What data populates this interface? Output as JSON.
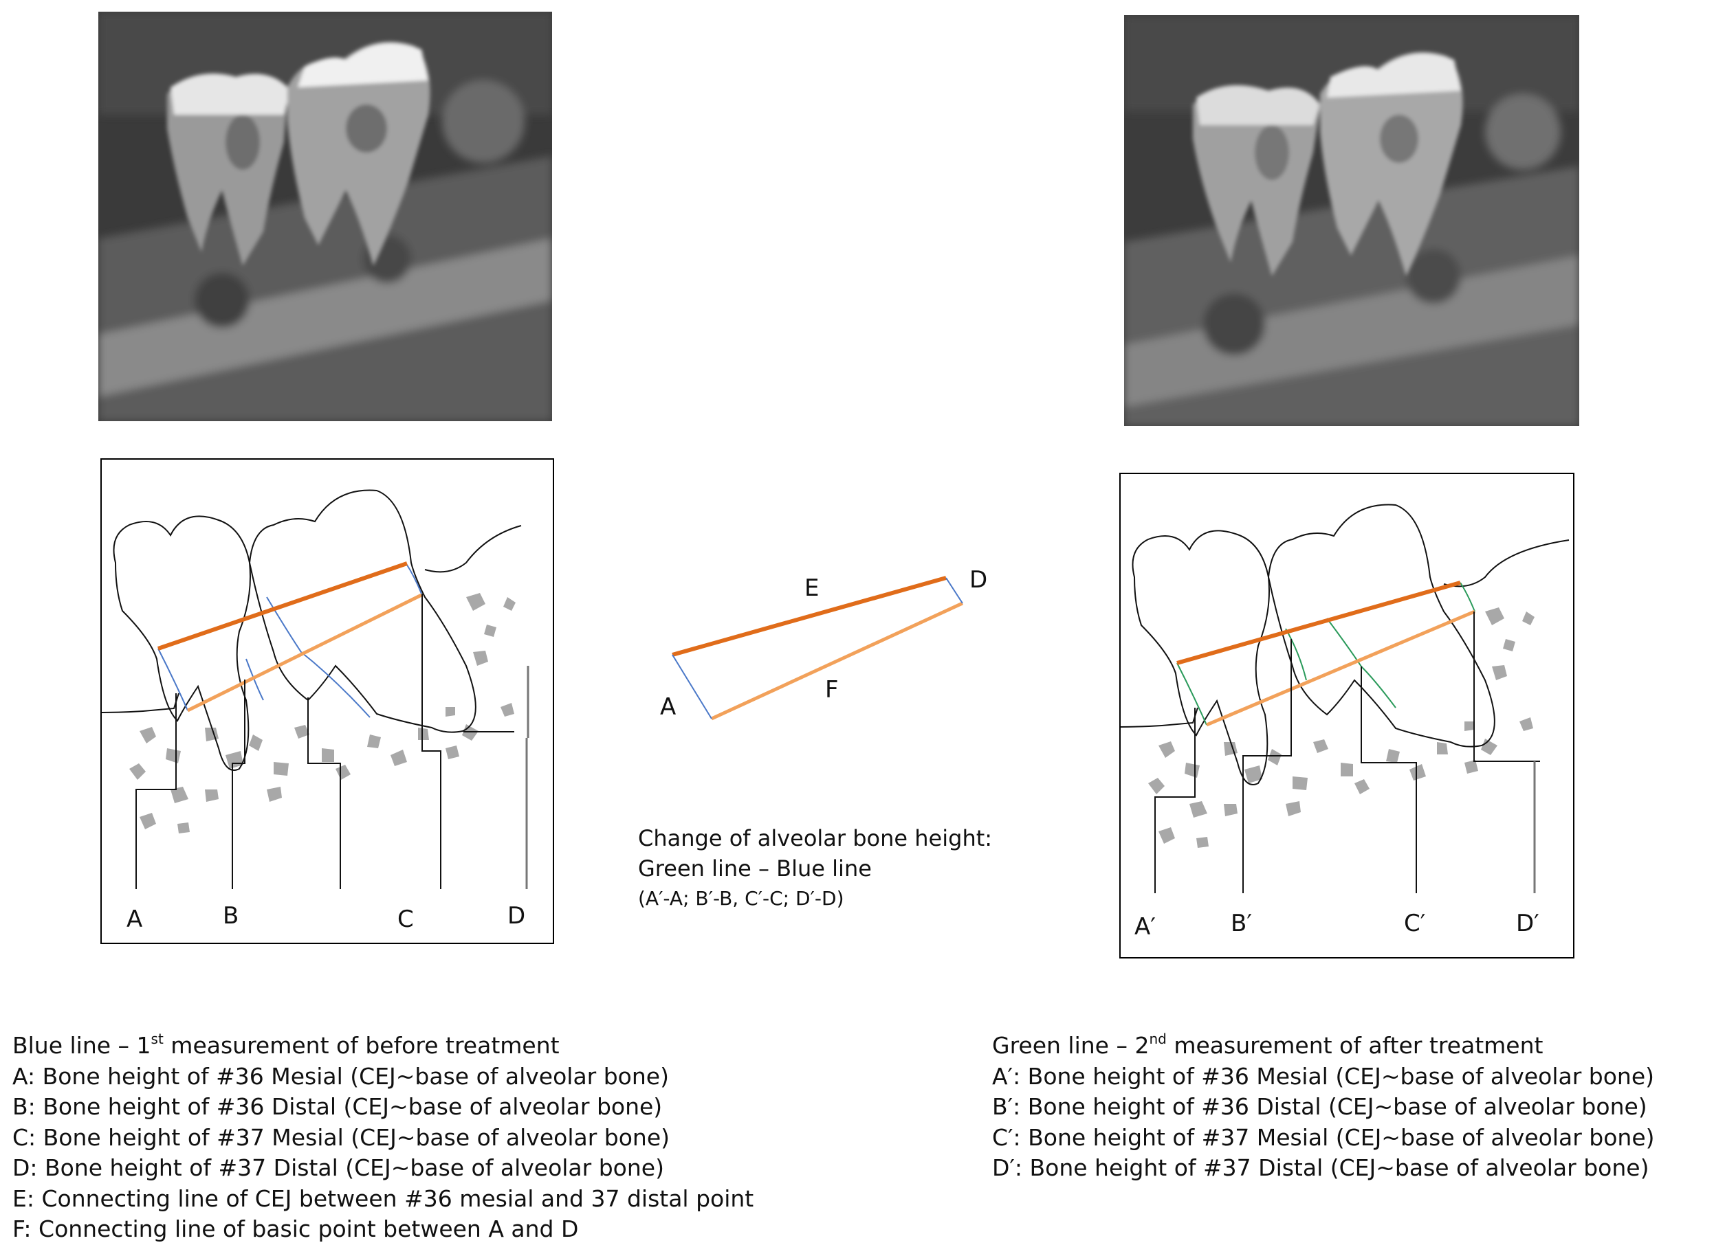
{
  "panels": {
    "before": {
      "labels": [
        "A",
        "B",
        "C",
        "D"
      ]
    },
    "after": {
      "labels": [
        "A′",
        "B′",
        "C′",
        "D′"
      ]
    }
  },
  "schematic": {
    "labels": {
      "e": "E",
      "f": "F",
      "a": "A",
      "d": "D"
    }
  },
  "note": {
    "line1": "Change of alveolar bone height:",
    "line2": "Green line – Blue line",
    "line3": "(A′-A; B′-B, C′-C; D′-D)"
  },
  "legend_left": {
    "title_pre": "Blue line – 1",
    "title_sup": "st",
    "title_post": " measurement  of before  treatment",
    "items": [
      "A: Bone height of #36 Mesial (CEJ~base of alveolar bone)",
      "B: Bone height of #36 Distal (CEJ~base of alveolar bone)",
      "C: Bone height of #37 Mesial (CEJ~base of alveolar bone)",
      "D: Bone height of #37 Distal (CEJ~base of alveolar bone)",
      "E: Connecting line of CEJ between #36 mesial and 37 distal point",
      "F: Connecting line of basic point between A and D"
    ]
  },
  "legend_right": {
    "title_pre": "Green line – 2",
    "title_sup": "nd",
    "title_post": " measurement  of after treatment",
    "items": [
      "A′: Bone height of #36 Mesial (CEJ~base of alveolar bone)",
      "B′: Bone height of #36 Distal (CEJ~base of alveolar bone)",
      "C′: Bone height of #37 Mesial (CEJ~base of alveolar bone)",
      "D′: Bone height of #37 Distal (CEJ~base of alveolar bone)"
    ]
  },
  "colors": {
    "orange_dark": "#e06c1a",
    "orange_light": "#f2a15a",
    "blue_line": "#4a78c8",
    "green_line": "#2a9a5a",
    "bone": "#a8a8a8"
  }
}
